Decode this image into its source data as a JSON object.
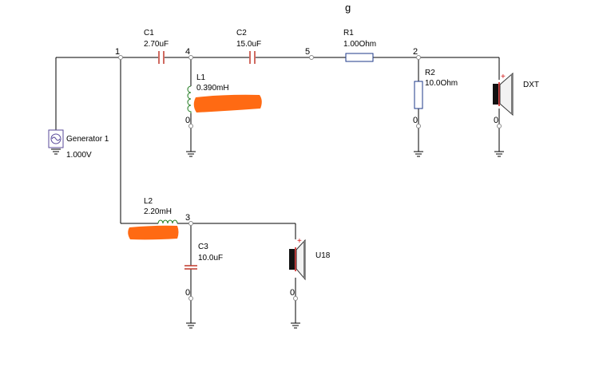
{
  "header": {
    "partial_text": "g"
  },
  "components": {
    "generator": {
      "name": "Generator 1",
      "value": "1.000V"
    },
    "c1": {
      "name": "C1",
      "value": "2.70uF"
    },
    "c2": {
      "name": "C2",
      "value": "15.0uF"
    },
    "r1": {
      "name": "R1",
      "value": "1.00Ohm"
    },
    "r2": {
      "name": "R2",
      "value": "10.0Ohm"
    },
    "l1": {
      "name": "L1",
      "value": "0.390mH"
    },
    "l2": {
      "name": "L2",
      "value": "2.20mH"
    },
    "c3": {
      "name": "C3",
      "value": "10.0uF"
    },
    "speaker_top": {
      "name": "DXT",
      "polarity": "+"
    },
    "speaker_bottom": {
      "name": "U18",
      "polarity": "+"
    }
  },
  "nodes": {
    "n1": "1",
    "n2": "2",
    "n3": "3",
    "n4": "4",
    "n5": "5",
    "g1": "0",
    "g2": "0",
    "g3": "0",
    "g4": "0",
    "g5": "0"
  },
  "colors": {
    "redaction": "#ff6a13",
    "capacitor": "#c0392b",
    "speaker_red": "#d01010"
  }
}
